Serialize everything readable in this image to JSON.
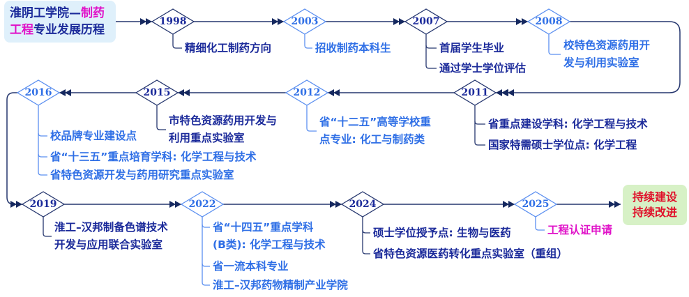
{
  "title": {
    "part1": "淮阴工学院—",
    "part2": "制药",
    "part3": "工程",
    "part4": "专业发展历程"
  },
  "end_box": {
    "line1": "持续建设",
    "line2": "持续改进"
  },
  "colors": {
    "dark": "#1b2a9a",
    "light": "#2f6fe6",
    "magenta": "#e012c8",
    "line": "#25366e",
    "end_text": "#e0102a"
  },
  "milestones": [
    {
      "year": "1998",
      "items": [
        "精细化工制药方向"
      ]
    },
    {
      "year": "2003",
      "items": [
        "招收制药本科生"
      ]
    },
    {
      "year": "2007",
      "items": [
        "首届学生毕业",
        "通过学士学位评估"
      ]
    },
    {
      "year": "2008",
      "items": [
        "校特色资源药用开",
        "发与利用实验室"
      ]
    },
    {
      "year": "2011",
      "items": [
        "省重点建设学科: 化学工程与技术",
        "国家特需硕士学位点: 化学工程"
      ]
    },
    {
      "year": "2012",
      "items": [
        "省“十二五”高等学校重",
        "点专业: 化工与制药类"
      ]
    },
    {
      "year": "2015",
      "items": [
        "市特色资源药用开发与",
        "利用重点实验室"
      ]
    },
    {
      "year": "2016",
      "items": [
        "校品牌专业建设点",
        "省“十三五”重点培育学科: 化学工程与技术",
        "省特色资源开发与药用研究重点实验室"
      ]
    },
    {
      "year": "2019",
      "items": [
        "淮工–汉邦制备色谱技术",
        "开发与应用联合实验室"
      ]
    },
    {
      "year": "2022",
      "items": [
        "省“十四五”重点学科",
        "(B类): 化学工程与技术",
        "省一流本科专业",
        "淮工–汉邦药物精制产业学院"
      ]
    },
    {
      "year": "2024",
      "items": [
        "硕士学位授予点: 生物与医药",
        "省特色资源医药转化重点实验室（重组）"
      ]
    },
    {
      "year": "2025",
      "items": [
        "工程认证申请"
      ]
    }
  ]
}
